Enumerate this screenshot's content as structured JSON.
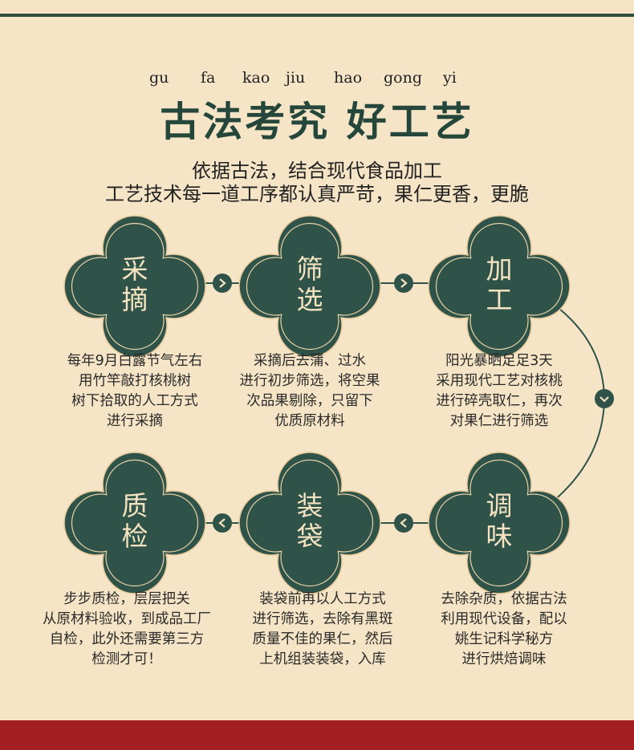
{
  "pinyin": [
    "gu",
    "fa",
    "kao",
    "jiu",
    "hao",
    "gong",
    "yi"
  ],
  "title": "古法考究 好工艺",
  "subtitle": [
    "依据古法，结合现代食品加工",
    "工艺技术每一道工序都认真严苛，果仁更香，更脆"
  ],
  "steps": [
    {
      "name": [
        "采",
        "摘"
      ],
      "desc": [
        "每年9月白露节气左右",
        "用竹竿敲打核桃树",
        "树下拾取的人工方式",
        "进行采摘"
      ]
    },
    {
      "name": [
        "筛",
        "选"
      ],
      "desc": [
        "采摘后去蒲、过水",
        "进行初步筛选，将空果",
        "次品果剔除，只留下",
        "优质原材料"
      ]
    },
    {
      "name": [
        "加",
        "工"
      ],
      "desc": [
        "阳光暴晒足足3天",
        "采用现代工艺对核桃",
        "进行碎壳取仁，再次",
        "对果仁进行筛选"
      ]
    },
    {
      "name": [
        "调",
        "味"
      ],
      "desc": [
        "去除杂质，依据古法",
        "利用现代设备，配以",
        "姚生记科学秘方",
        "进行烘焙调味"
      ]
    },
    {
      "name": [
        "装",
        "袋"
      ],
      "desc": [
        "装袋前再以人工方式",
        "进行筛选，去除有黑斑",
        "质量不佳的果仁，然后",
        "上机组装装袋，入库"
      ]
    },
    {
      "name": [
        "质",
        "检"
      ],
      "desc": [
        "步步质检，层层把关",
        "从原材料验收，到成品工厂",
        "自检，此外还需要第三方",
        "检测才可！"
      ]
    }
  ],
  "colors": {
    "background": "#f5e5c6",
    "green": "#2f5349",
    "cream": "#f3e3c0",
    "red": "#a41f22"
  }
}
